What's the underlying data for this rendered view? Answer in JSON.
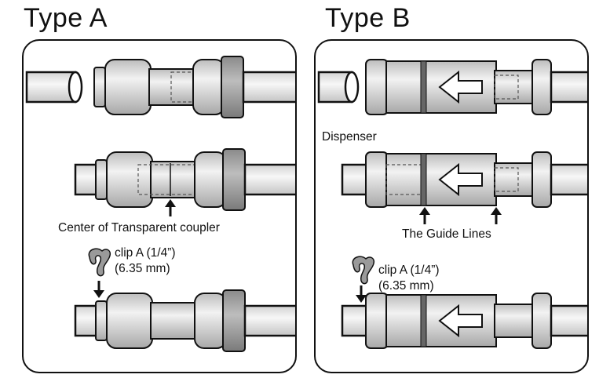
{
  "type_a": {
    "title": "Type A",
    "labels": {
      "center": "Center of Transparent coupler",
      "clip_line1": "clip A (1/4”)",
      "clip_line2": "(6.35 mm)"
    }
  },
  "type_b": {
    "title": "Type B",
    "labels": {
      "dispenser": "Dispenser",
      "guide": "The Guide Lines",
      "clip_line1": "clip A (1/4”)",
      "clip_line2": "(6.35 mm)"
    }
  }
}
